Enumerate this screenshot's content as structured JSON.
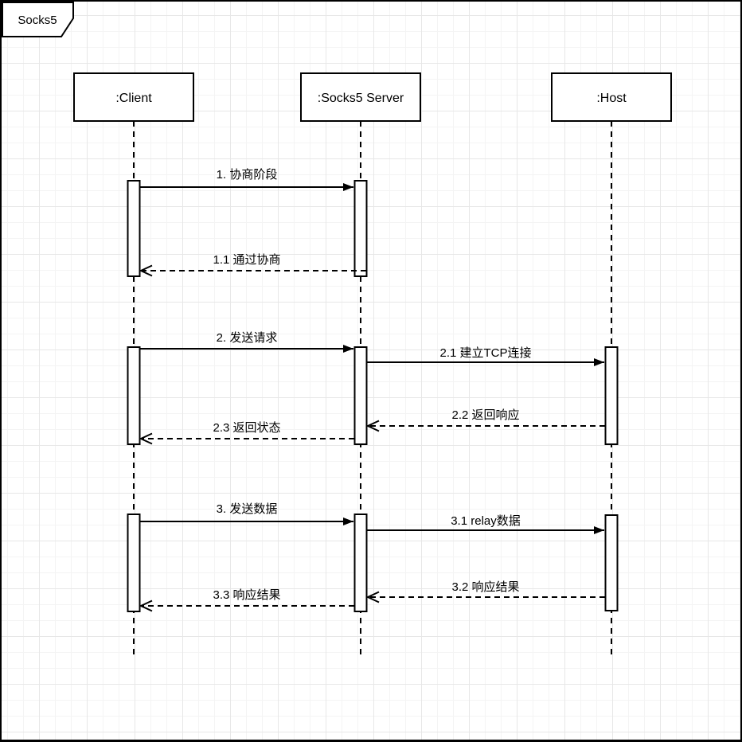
{
  "diagram": {
    "title": "Socks5",
    "type": "uml-sequence-diagram",
    "actors": [
      {
        "id": "client",
        "label": ":Client"
      },
      {
        "id": "server",
        "label": ":Socks5 Server"
      },
      {
        "id": "host",
        "label": ":Host"
      }
    ],
    "messages": [
      {
        "seq": "1",
        "label": "1. 协商阶段",
        "from": "client",
        "to": "server",
        "style": "solid"
      },
      {
        "seq": "1.1",
        "label": "1.1 通过协商",
        "from": "server",
        "to": "client",
        "style": "dashed"
      },
      {
        "seq": "2",
        "label": "2. 发送请求",
        "from": "client",
        "to": "server",
        "style": "solid"
      },
      {
        "seq": "2.1",
        "label": "2.1 建立TCP连接",
        "from": "server",
        "to": "host",
        "style": "solid"
      },
      {
        "seq": "2.2",
        "label": "2.2 返回响应",
        "from": "host",
        "to": "server",
        "style": "dashed"
      },
      {
        "seq": "2.3",
        "label": "2.3 返回状态",
        "from": "server",
        "to": "client",
        "style": "dashed"
      },
      {
        "seq": "3",
        "label": "3. 发送数据",
        "from": "client",
        "to": "server",
        "style": "solid"
      },
      {
        "seq": "3.1",
        "label": "3.1 relay数据",
        "from": "server",
        "to": "host",
        "style": "solid"
      },
      {
        "seq": "3.2",
        "label": "3.2 响应结果",
        "from": "host",
        "to": "server",
        "style": "dashed"
      },
      {
        "seq": "3.3",
        "label": "3.3 响应结果",
        "from": "server",
        "to": "client",
        "style": "dashed"
      }
    ],
    "colors": {
      "stroke": "#000000",
      "shape_fill": "#ffffff",
      "background": "#ffffff",
      "grid_minor": "#f4f4f4",
      "grid_major": "#e7e7e7"
    }
  }
}
